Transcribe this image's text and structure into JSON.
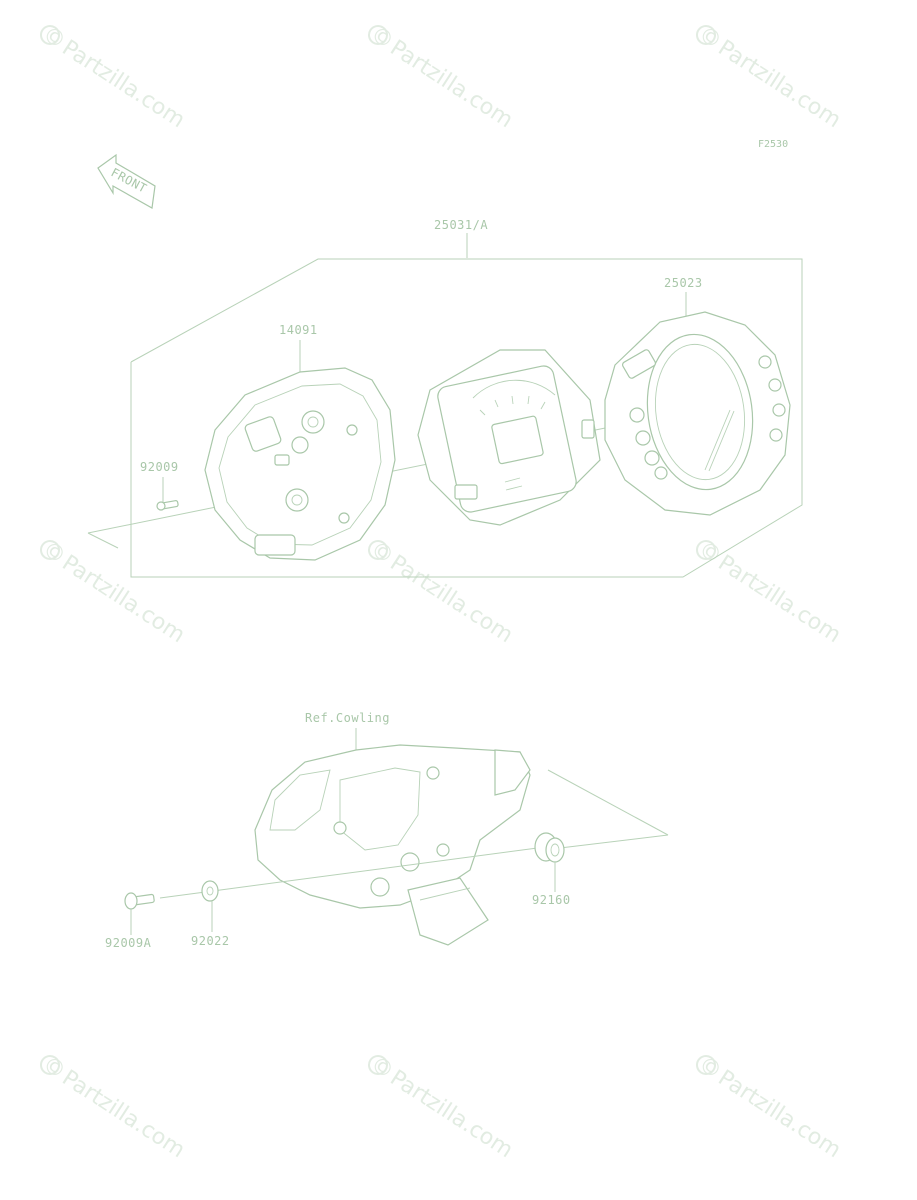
{
  "figure_code": "F2530",
  "front_arrow_label": "FRONT",
  "watermark_text": "Partzilla.com",
  "watermark_symbol": "©",
  "assembly_label": "25031/A",
  "parts": {
    "rear_cover": "14091",
    "screw_upper": "92009",
    "meter_case": "25023",
    "cowling_ref": "Ref.Cowling",
    "screw_lower": "92009A",
    "washer": "92022",
    "grommet": "92160"
  },
  "colors": {
    "line": "#b8d2b8",
    "label": "#a9c7a9",
    "watermark": "#e2ece2"
  }
}
